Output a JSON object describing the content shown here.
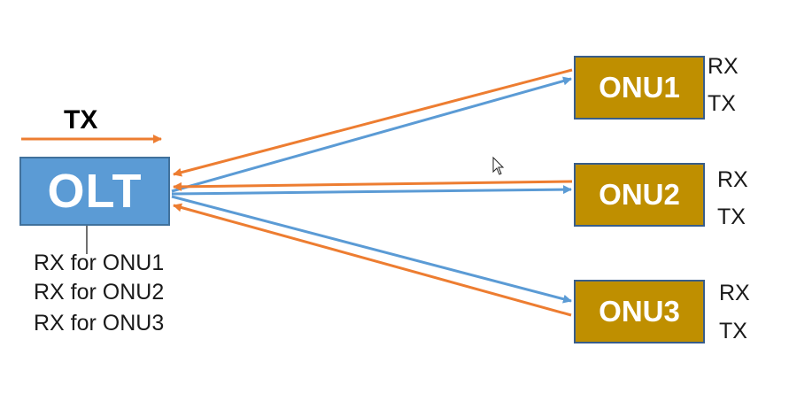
{
  "diagram": {
    "olt": {
      "label": "OLT",
      "tx_label": "TX",
      "rx_labels": [
        "RX for ONU1",
        "RX for ONU2",
        "RX for ONU3"
      ]
    },
    "onus": [
      {
        "label": "ONU1",
        "rx": "RX",
        "tx": "TX"
      },
      {
        "label": "ONU2",
        "rx": "RX",
        "tx": "TX"
      },
      {
        "label": "ONU3",
        "rx": "RX",
        "tx": "TX"
      }
    ],
    "colors": {
      "olt_fill": "#5b9bd5",
      "onu_fill": "#bf8f00",
      "downstream_arrow": "#5b9bd5",
      "upstream_arrow": "#ed7d31"
    }
  }
}
